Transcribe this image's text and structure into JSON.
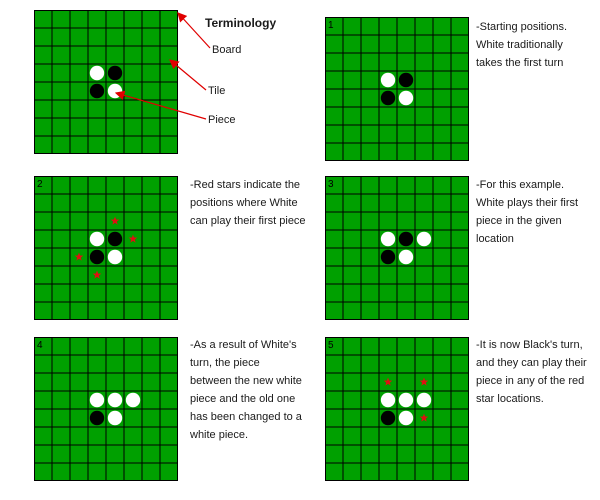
{
  "terminology": {
    "title": "Terminology",
    "labels": {
      "board": "Board",
      "tile": "Tile",
      "piece": "Piece"
    }
  },
  "colors": {
    "board": "#00a000",
    "grid": "#000000",
    "white": "#ffffff",
    "black": "#000000",
    "star": "#e01010",
    "arrow": "#e00000"
  },
  "boards": [
    {
      "id": "terminology",
      "number": "",
      "white": [
        [
          3,
          3
        ],
        [
          4,
          4
        ]
      ],
      "black": [
        [
          3,
          4
        ],
        [
          4,
          3
        ]
      ],
      "stars": []
    },
    {
      "id": "board-1",
      "number": "1",
      "white": [
        [
          3,
          3
        ],
        [
          4,
          4
        ]
      ],
      "black": [
        [
          3,
          4
        ],
        [
          4,
          3
        ]
      ],
      "stars": []
    },
    {
      "id": "board-2",
      "number": "2",
      "white": [
        [
          3,
          3
        ],
        [
          4,
          4
        ]
      ],
      "black": [
        [
          3,
          4
        ],
        [
          4,
          3
        ]
      ],
      "stars": [
        [
          2,
          4
        ],
        [
          3,
          5
        ],
        [
          4,
          2
        ],
        [
          5,
          3
        ]
      ]
    },
    {
      "id": "board-3",
      "number": "3",
      "white": [
        [
          3,
          3
        ],
        [
          4,
          4
        ],
        [
          3,
          5
        ]
      ],
      "black": [
        [
          3,
          4
        ],
        [
          4,
          3
        ]
      ],
      "stars": []
    },
    {
      "id": "board-4",
      "number": "4",
      "white": [
        [
          3,
          3
        ],
        [
          3,
          4
        ],
        [
          3,
          5
        ],
        [
          4,
          4
        ]
      ],
      "black": [
        [
          4,
          3
        ]
      ],
      "stars": []
    },
    {
      "id": "board-5",
      "number": "5",
      "white": [
        [
          3,
          3
        ],
        [
          3,
          4
        ],
        [
          3,
          5
        ],
        [
          4,
          4
        ]
      ],
      "black": [
        [
          4,
          3
        ]
      ],
      "stars": [
        [
          2,
          3
        ],
        [
          2,
          5
        ],
        [
          4,
          5
        ]
      ]
    }
  ],
  "captions": {
    "c1": "-Starting positions. White traditionally takes the first turn",
    "c2": "-Red stars indicate the positions where White can play their first piece",
    "c3": "-For this example. White plays their first piece in the given location",
    "c4": "-As a result of White's turn, the piece between the new white piece and the old one has been changed to a white piece.",
    "c5": "-It is now Black's turn, and they can play their piece in any of the red star locations."
  }
}
